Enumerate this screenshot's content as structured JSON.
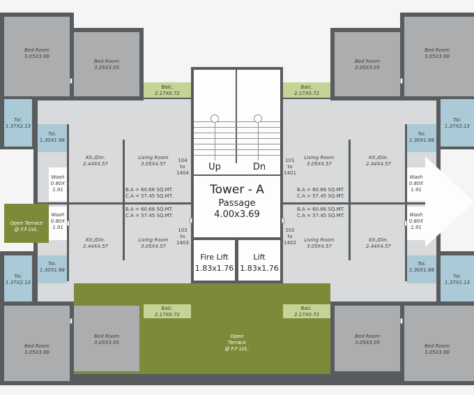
{
  "top_left": {
    "bed1": {
      "name": "Bed Room",
      "size": "3.05X3.66"
    },
    "bed2": {
      "name": "Bed Room",
      "size": "3.05X3.05"
    },
    "balc": {
      "name": "Balc.",
      "size": "2.17X0.72"
    },
    "toi1": {
      "name": "Toi.",
      "size": "1.37X2.13"
    },
    "toi2": {
      "name": "Toi.",
      "size": "1.30X1.68"
    },
    "kit": {
      "name": "Kit./Din.",
      "size": "2.44X4.57"
    },
    "living": {
      "name": "Living Room",
      "size": "3.05X4.57"
    },
    "wash": {
      "name": "Wash",
      "size": "0.80X",
      "size2": "1.91"
    },
    "unit": {
      "a": "104",
      "b": "to",
      "c": "1404"
    },
    "ba": "B.A = 60.66 SQ.MT.",
    "ca": "C.A = 57.45 SQ.MT."
  },
  "top_right": {
    "bed1": {
      "name": "Bed Room",
      "size": "3.05X3.66"
    },
    "bed2": {
      "name": "Bed Room",
      "size": "3.05X3.05"
    },
    "balc": {
      "name": "Balc.",
      "size": "2.17X0.72"
    },
    "toi1": {
      "name": "Toi.",
      "size": "1.37X2.13"
    },
    "toi2": {
      "name": "Toi.",
      "size": "1.30X1.68"
    },
    "kit": {
      "name": "Kit./Din.",
      "size": "2.44X4.57"
    },
    "living": {
      "name": "Living Room",
      "size": "3.05X4.57"
    },
    "wash": {
      "name": "Wash",
      "size": "0.80X",
      "size2": "1.91"
    },
    "unit": {
      "a": "101",
      "b": "to",
      "c": "1401"
    },
    "ba": "B.A = 60.66 SQ.MT.",
    "ca": "C.A = 57.45 SQ.MT."
  },
  "bottom_left": {
    "bed1": {
      "name": "Bed Room",
      "size": "3.05X3.66"
    },
    "bed2": {
      "name": "Bed Room",
      "size": "3.05X3.05"
    },
    "balc": {
      "name": "Balc.",
      "size": "2.17X0.72"
    },
    "toi1": {
      "name": "Toi.",
      "size": "1.37X2.13"
    },
    "toi2": {
      "name": "Toi.",
      "size": "1.30X1.68"
    },
    "kit": {
      "name": "Kit./Din.",
      "size": "2.44X4.57"
    },
    "living": {
      "name": "Living Room",
      "size": "3.05X4.57"
    },
    "wash": {
      "name": "Wash",
      "size": "0.80X",
      "size2": "1.91"
    },
    "unit": {
      "a": "103",
      "b": "to",
      "c": "1403"
    },
    "ba": "B.A = 60.66 SQ.MT.",
    "ca": "C.A = 57.45 SQ.MT."
  },
  "bottom_right": {
    "bed1": {
      "name": "Bed Room",
      "size": "3.05X3.66"
    },
    "bed2": {
      "name": "Bed Room",
      "size": "3.05X3.05"
    },
    "balc": {
      "name": "Balc.",
      "size": "2.17X0.72"
    },
    "toi1": {
      "name": "Toi.",
      "size": "1.37X2.13"
    },
    "toi2": {
      "name": "Toi.",
      "size": "1.30X1.68"
    },
    "kit": {
      "name": "Kit./Din.",
      "size": "2.44X4.57"
    },
    "living": {
      "name": "Living Room",
      "size": "3.05X4.57"
    },
    "wash": {
      "name": "Wash",
      "size": "0.80X",
      "size2": "1.91"
    },
    "unit": {
      "a": "102",
      "b": "to",
      "c": "1402"
    },
    "ba": "B.A = 60.66 SQ.MT.",
    "ca": "C.A = 57.45 SQ.MT."
  },
  "open_terrace_left": {
    "line1": "Open Terrace",
    "line2": "@ F.F LVL."
  },
  "open_terrace_bottom": {
    "line1": "Open",
    "line2": "Terrace",
    "line3": "@ F.F LVL."
  },
  "core": {
    "up": "Up",
    "dn": "Dn",
    "tower": "Tower - A",
    "passage": "Passage",
    "passage_size": "4.00x3.69",
    "fire_lift": "Fire Lift",
    "fire_lift_size": "1.83x1.76",
    "lift": "Lift",
    "lift_size": "1.83x1.76"
  },
  "colors": {
    "wall": "#595c5e",
    "bedroom": "#acadaf",
    "living": "#d9dadb",
    "toilet": "#a9cad6",
    "balcony": "#c5d394",
    "terrace": "#7d8a3a"
  }
}
